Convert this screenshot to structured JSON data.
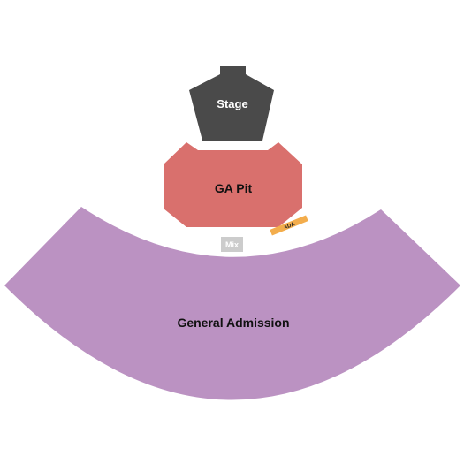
{
  "sections": {
    "stage": {
      "label": "Stage",
      "color": "#4a4a4a",
      "label_color": "#ffffff"
    },
    "ga_pit": {
      "label": "GA Pit",
      "color": "#d9706d",
      "label_color": "#111111"
    },
    "ada": {
      "label": "ADA",
      "color": "#f3ad4c",
      "label_color": "#222222"
    },
    "mix": {
      "label": "Mix",
      "color": "#cccccc",
      "label_color": "#ffffff"
    },
    "general_admission": {
      "label": "General Admission",
      "color": "#bb92c2",
      "label_color": "#111111"
    }
  }
}
